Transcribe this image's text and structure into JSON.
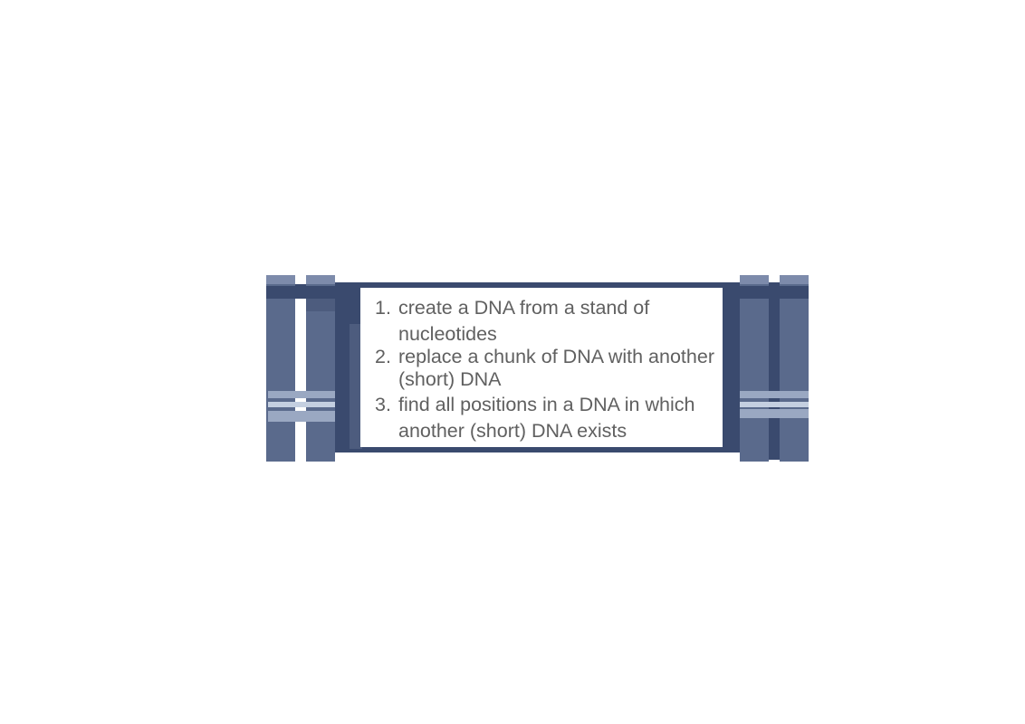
{
  "colors": {
    "frame": "#3a4a6e",
    "post": "#5a6a8c",
    "post_cap": "#7d8bab",
    "post_shade": "#4d5c7e",
    "stripe_light": "#c4cfe0",
    "stripe_mid": "#9aa8c2",
    "text": "#606060",
    "panel": "#ffffff"
  },
  "tasks": [
    {
      "number": "1.",
      "text": "create a DNA from a stand of nucleotides"
    },
    {
      "number": "2.",
      "text": "replace a chunk of DNA  with another (short) DNA"
    },
    {
      "number": "3.",
      "text": "find all positions in a DNA in which another (short) DNA exists"
    }
  ]
}
